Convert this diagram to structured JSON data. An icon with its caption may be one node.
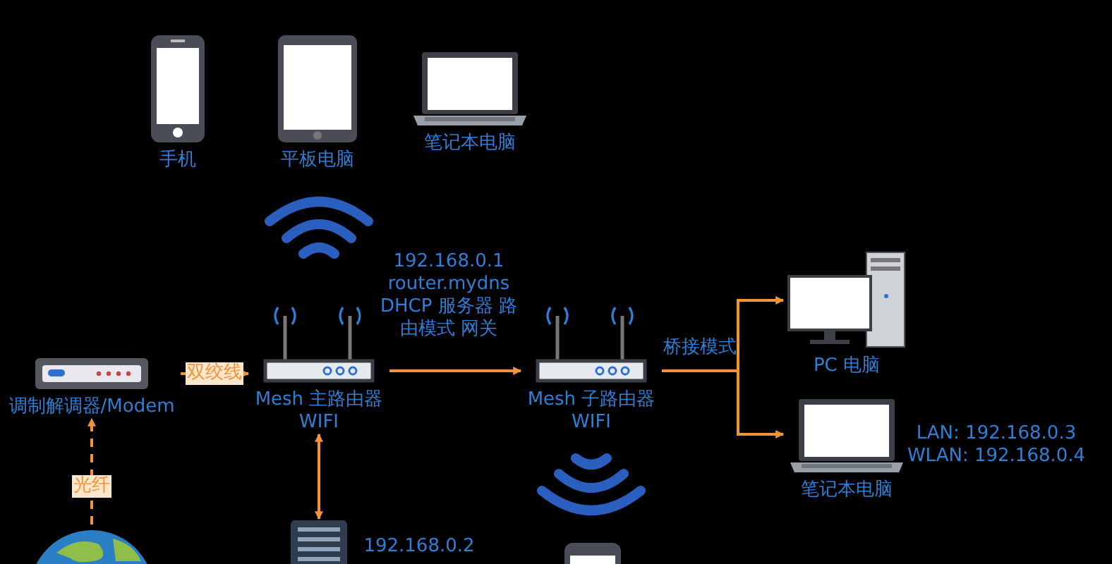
{
  "diagram": {
    "nodes": [
      {
        "text": [
          "手机"
        ]
      },
      {
        "text": [
          "平板电脑"
        ]
      },
      {
        "text": [
          "笔记本电脑"
        ]
      },
      {
        "text": [
          "调制解调器/Modem"
        ]
      },
      {
        "text": [
          "Mesh 主路由器",
          "WIFI"
        ],
        "beside": [
          "192.168.0.1 router.mydns DHCP 服务器 路由模式 网关"
        ]
      },
      {
        "text": [
          "Mesh 子路由器",
          "WIFI"
        ]
      },
      {
        "text": [
          "PC 电脑"
        ]
      },
      {
        "text": [
          "笔记本电脑"
        ],
        "beside": [
          "LAN: 192.168.0.3 WLAN: 192.168.0.4"
        ]
      },
      {
        "text": [],
        "shape": "picture"
      },
      {
        "text": [],
        "shape": "picture",
        "beside": [
          "192.168.0.2"
        ]
      },
      {
        "text": [],
        "shape": "picture"
      }
    ],
    "edges": [
      {
        "from": 8,
        "to": 3,
        "arrow": "to",
        "label": "光纤",
        "style": "dashed"
      },
      {
        "from": 3,
        "to": 4,
        "arrow": "to",
        "label": "双绞线"
      },
      {
        "from": 4,
        "to": 5,
        "arrow": "to"
      },
      {
        "from": 4,
        "to": 9,
        "arrow": "both"
      },
      {
        "from": 5,
        "to": 6,
        "arrow": "to",
        "label": "桥接模式"
      },
      {
        "from": 5,
        "to": 7,
        "arrow": "to"
      }
    ]
  }
}
